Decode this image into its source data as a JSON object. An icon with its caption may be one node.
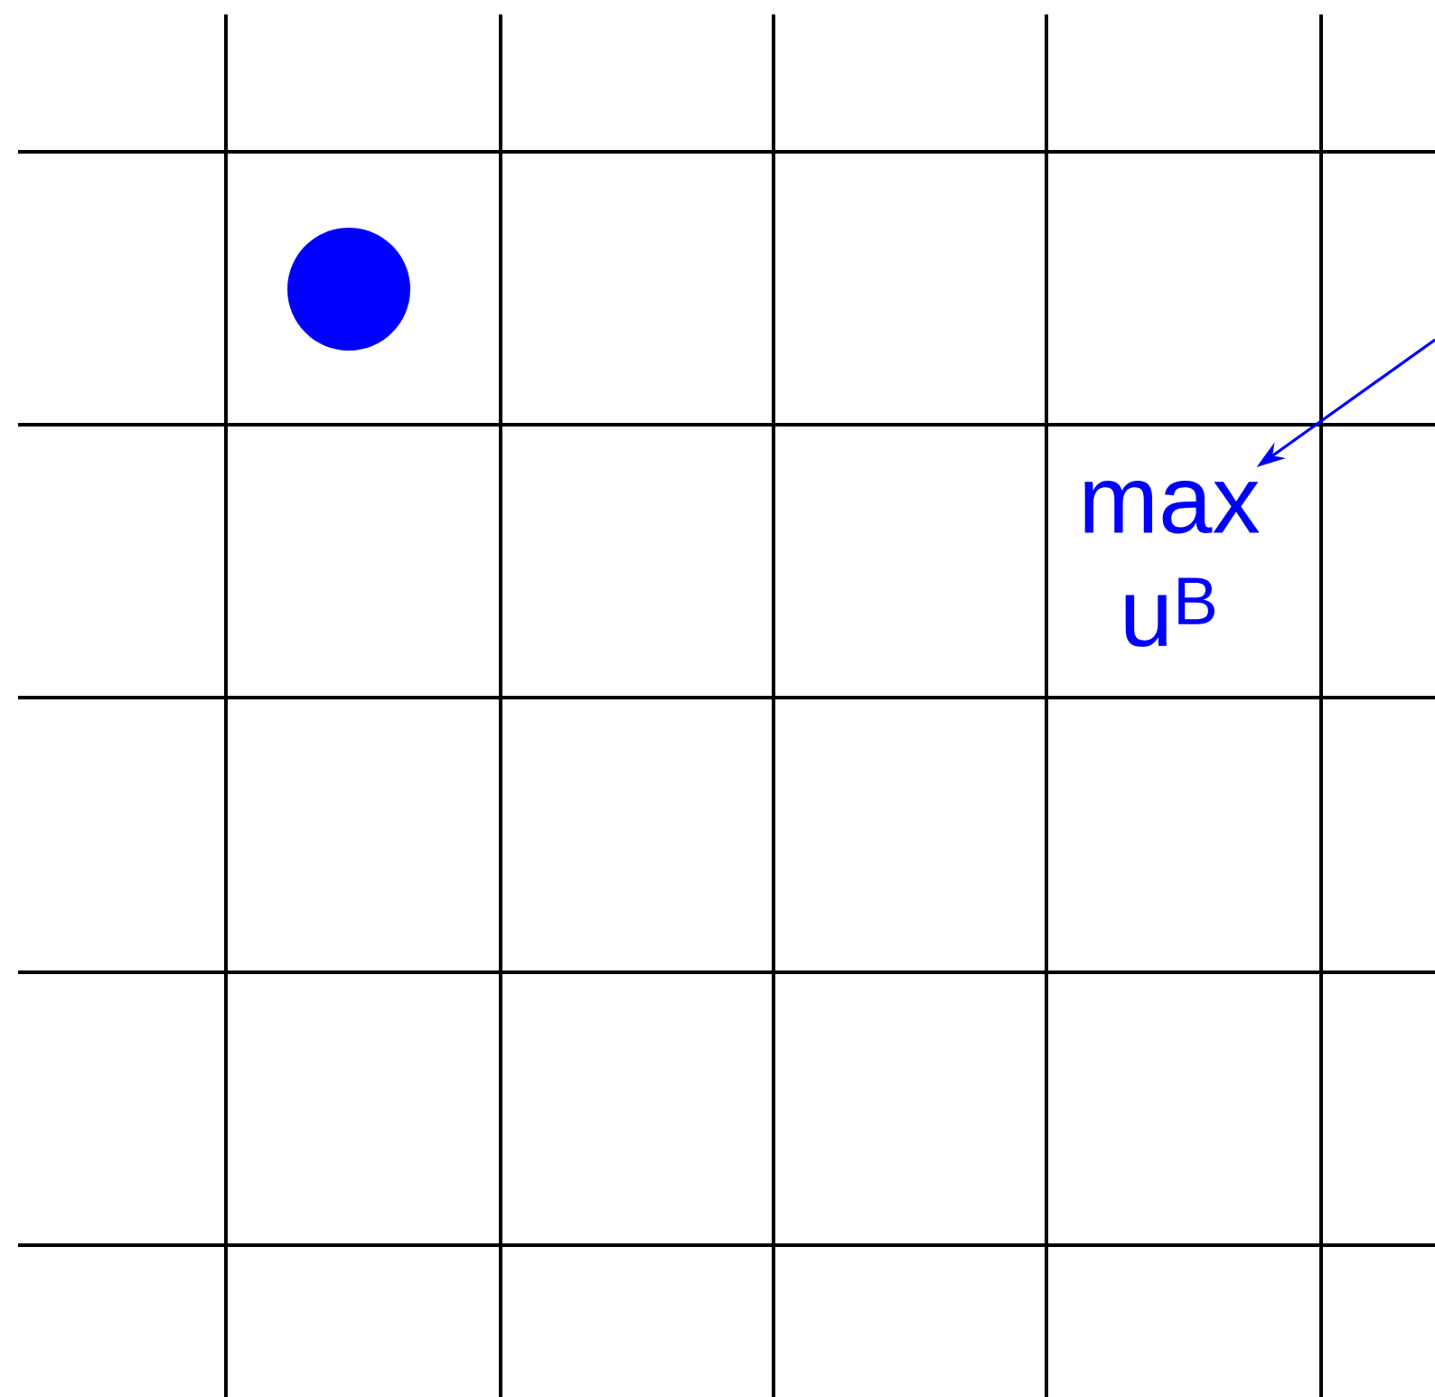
{
  "diagram": {
    "nodes": [
      {
        "text": [],
        "shape": "circle"
      },
      {
        "text": [
          "max u$^{B}$"
        ]
      }
    ],
    "edges": [
      {
        "from": null,
        "to": 1,
        "arrow": "to"
      }
    ]
  }
}
